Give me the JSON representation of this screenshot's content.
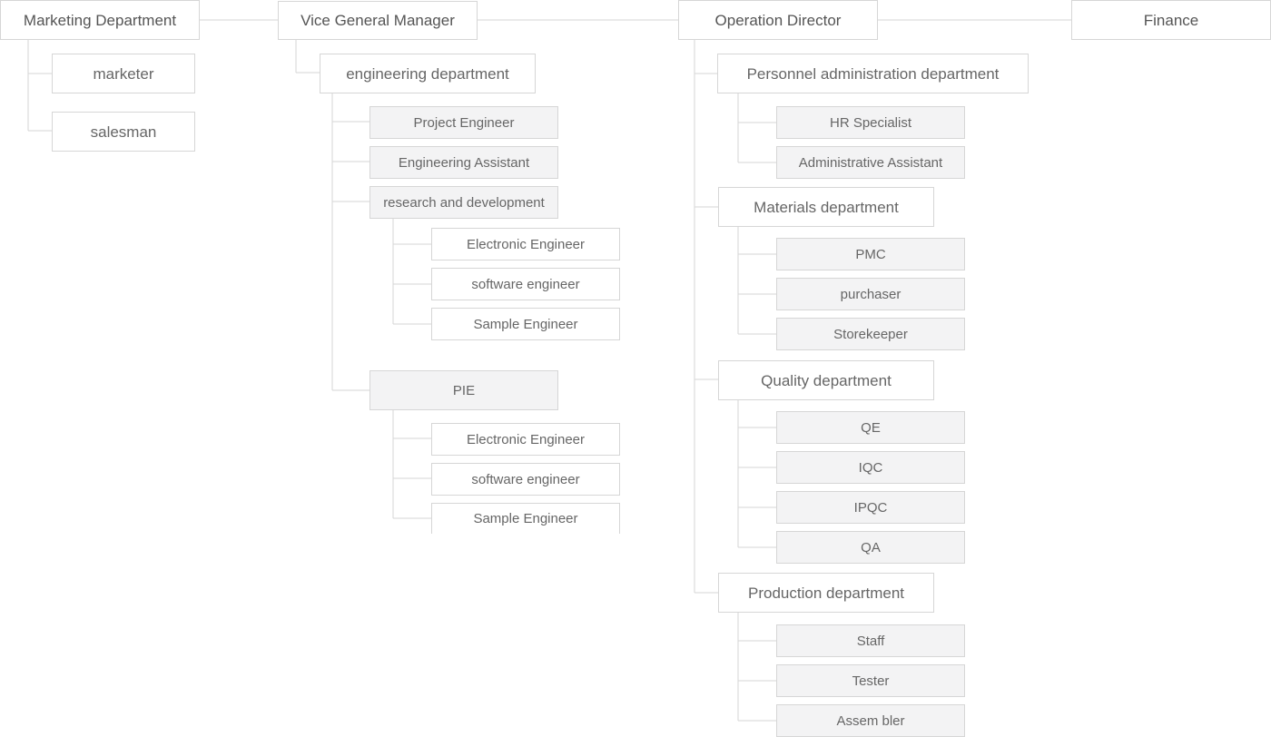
{
  "org": {
    "marketing": {
      "title": "Marketing Department",
      "members": [
        "marketer",
        "salesman"
      ]
    },
    "vice_gm": {
      "title": "Vice General Manager",
      "engineering": {
        "title": "engineering department",
        "roles": [
          "Project Engineer",
          "Engineering Assistant"
        ],
        "rnd": {
          "title": "research and development",
          "roles": [
            "Electronic Engineer",
            "software engineer",
            "Sample Engineer"
          ]
        },
        "pie": {
          "title": "PIE",
          "roles": [
            "Electronic Engineer",
            "software engineer",
            "Sample Engineer"
          ]
        }
      }
    },
    "operation": {
      "title": "Operation Director",
      "personnel": {
        "title": "Personnel administration department",
        "roles": [
          "HR Specialist",
          "Administrative Assistant"
        ]
      },
      "materials": {
        "title": "Materials department",
        "roles": [
          "PMC",
          "purchaser",
          "Storekeeper"
        ]
      },
      "quality": {
        "title": "Quality department",
        "roles": [
          "QE",
          "IQC",
          "IPQC",
          "QA"
        ]
      },
      "production": {
        "title": "Production department",
        "roles": [
          "Staff",
          "Tester",
          "Assem bler"
        ]
      }
    },
    "finance": {
      "title": "Finance"
    }
  }
}
